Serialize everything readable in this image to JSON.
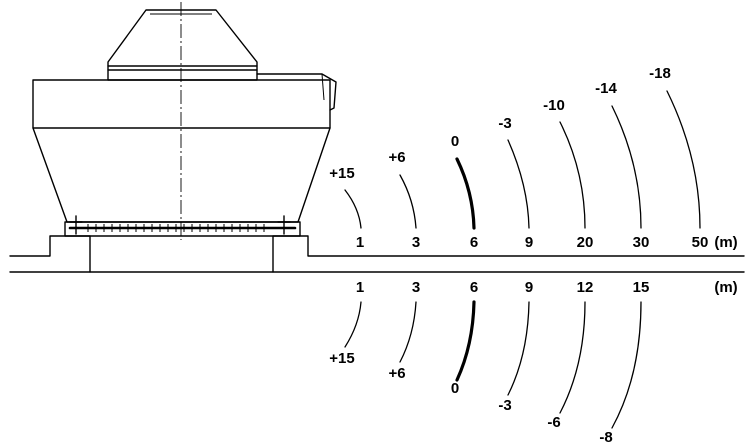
{
  "upper_scale": {
    "distances": [
      "1",
      "3",
      "6",
      "9",
      "20",
      "30",
      "50"
    ],
    "values": [
      "+15",
      "+6",
      "0",
      "-3",
      "-10",
      "-14",
      "-18"
    ],
    "unit": "(m)"
  },
  "lower_scale": {
    "distances": [
      "1",
      "3",
      "6",
      "9",
      "12",
      "15"
    ],
    "values": [
      "+15",
      "+6",
      "0",
      "-3",
      "-6",
      "-8"
    ],
    "unit": "(m)"
  },
  "colors": {
    "line": "#000000",
    "background": "#ffffff"
  }
}
